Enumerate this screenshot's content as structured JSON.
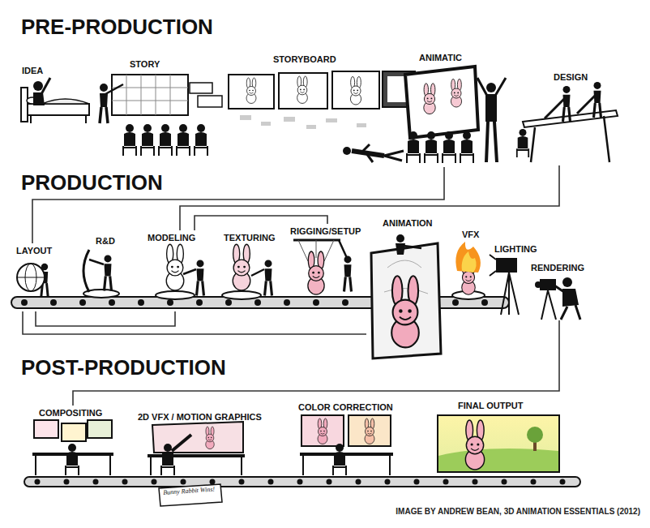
{
  "diagram": {
    "caption": "IMAGE BY ANDREW BEAN, 3D ANIMATION ESSENTIALS (2012)",
    "nodes": [
      {
        "text": [
          "IDEA"
        ]
      },
      {
        "text": [
          "STORY"
        ]
      },
      {
        "text": [
          "STORYBOARD"
        ]
      },
      {
        "text": [
          "ANIMATIC"
        ]
      },
      {
        "text": [
          "DESIGN"
        ]
      },
      {
        "text": [
          "LAYOUT"
        ]
      },
      {
        "text": [
          "R&D"
        ]
      },
      {
        "text": [
          "MODELING"
        ]
      },
      {
        "text": [
          "TEXTURING"
        ]
      },
      {
        "text": [
          "RIGGING/SETUP"
        ]
      },
      {
        "text": [
          "ANIMATION"
        ]
      },
      {
        "text": [
          "VFX"
        ]
      },
      {
        "text": [
          "LIGHTING"
        ]
      },
      {
        "text": [
          "RENDERING"
        ]
      },
      {
        "text": [
          "COMPOSITING"
        ]
      },
      {
        "text": [
          "2D VFX / MOTION GRAPHICS"
        ]
      },
      {
        "text": [
          "COLOR CORRECTION"
        ]
      },
      {
        "text": [
          "FINAL OUTPUT"
        ]
      }
    ],
    "edges": [
      {
        "from": 3,
        "to": 5,
        "arrow": "none"
      },
      {
        "from": 4,
        "to": 7,
        "arrow": "none"
      },
      {
        "from": 7,
        "to": 9,
        "arrow": "none"
      },
      {
        "from": 5,
        "to": 7,
        "arrow": "none"
      },
      {
        "from": 5,
        "to": 10,
        "arrow": "none"
      },
      {
        "from": 13,
        "to": 14,
        "arrow": "none"
      }
    ],
    "labels": [
      "PRE-PRODUCTION",
      "PRODUCTION",
      "POST-PRODUCTION",
      "Bunny Rabbit Wins!"
    ]
  }
}
